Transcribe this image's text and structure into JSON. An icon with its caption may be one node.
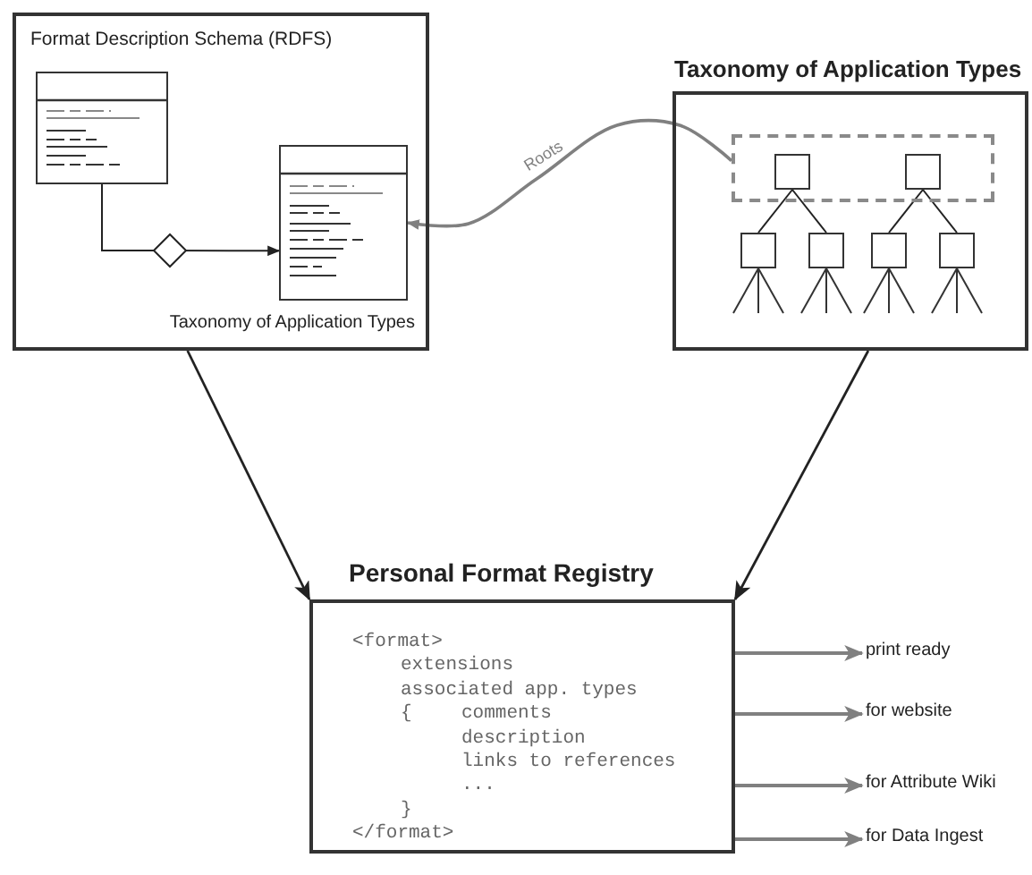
{
  "diagram": {
    "nodes": [
      {
        "text": [
          "Format Description Schema (RDFS)"
        ]
      },
      {
        "text": [],
        "shape": "box",
        "in": 0
      },
      {
        "text": [],
        "shape": "box",
        "in": 0,
        "beside": [
          "Taxonomy of Application Types"
        ]
      },
      {
        "text": [
          "Taxonomy of Application Types"
        ]
      },
      {
        "text": [],
        "shape": "box",
        "in": 3
      },
      {
        "text": [],
        "shape": "box",
        "in": 4
      },
      {
        "text": [],
        "shape": "box",
        "in": 4
      },
      {
        "text": [],
        "shape": "box",
        "in": 3
      },
      {
        "text": [],
        "shape": "box",
        "in": 3
      },
      {
        "text": [],
        "shape": "box",
        "in": 3
      },
      {
        "text": [],
        "shape": "box",
        "in": 3
      },
      {
        "text": [
          "Personal Format Registry",
          "<format>",
          "extensions",
          "associated app. types",
          "{",
          "comments",
          "description",
          "links to references",
          "...",
          "}",
          "</format>"
        ]
      },
      {
        "text": [
          "print ready"
        ]
      },
      {
        "text": [
          "for website"
        ]
      },
      {
        "text": [
          "for Attribute Wiki"
        ]
      },
      {
        "text": [
          "for Data  Ingest"
        ]
      }
    ],
    "edges": [
      {
        "from": 1,
        "to": 2,
        "arrow": "to"
      },
      {
        "from": 4,
        "to": 2,
        "arrow": "to",
        "label": "Roots",
        "color": "#808080"
      },
      {
        "from": 0,
        "to": 11,
        "arrow": "to"
      },
      {
        "from": 3,
        "to": 11,
        "arrow": "to"
      },
      {
        "from": 5,
        "to": 7,
        "arrow": "none"
      },
      {
        "from": 5,
        "to": 8,
        "arrow": "none"
      },
      {
        "from": 6,
        "to": 9,
        "arrow": "none"
      },
      {
        "from": 6,
        "to": 10,
        "arrow": "none"
      },
      {
        "from": 11,
        "to": 12,
        "arrow": "to",
        "color": "#808080"
      },
      {
        "from": 11,
        "to": 13,
        "arrow": "to",
        "color": "#808080"
      },
      {
        "from": 11,
        "to": 14,
        "arrow": "to",
        "color": "#808080"
      },
      {
        "from": 11,
        "to": 15,
        "arrow": "to",
        "color": "#808080"
      }
    ]
  }
}
